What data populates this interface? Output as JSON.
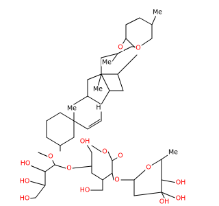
{
  "colors": {
    "oxygen": "#ff0000",
    "carbon": "#000000",
    "hydrogen": "#000000",
    "bond": "#000000",
    "background": "#ffffff"
  },
  "structure": {
    "spiro_rings": {
      "ring_oxygen": "O",
      "furan_oxygen": "O",
      "methyl_top": "Me",
      "methyl_c21": "Me"
    },
    "steroid_core": {
      "methyl_c18": "Me",
      "methyl_c19": "Me",
      "h_label": "H"
    },
    "sugars": {
      "glycoside_oxygen": "O",
      "glucose": {
        "ring_oxygen": "O",
        "hydroxymethyl": "OH",
        "hydroxyl": "HO",
        "link_to_xylose": "O",
        "link_to_rhamnose": "O"
      },
      "xylose": {
        "ring_oxygen": "O",
        "hydroxyl_1": "HO",
        "hydroxyl_2": "HO",
        "hydroxyl_3": "HO"
      },
      "rhamnose": {
        "ring_oxygen": "O",
        "methyl": "Me",
        "hydroxyl_1": "OH",
        "hydroxyl_2": "OH",
        "hydroxyl_3": "OH"
      }
    }
  }
}
